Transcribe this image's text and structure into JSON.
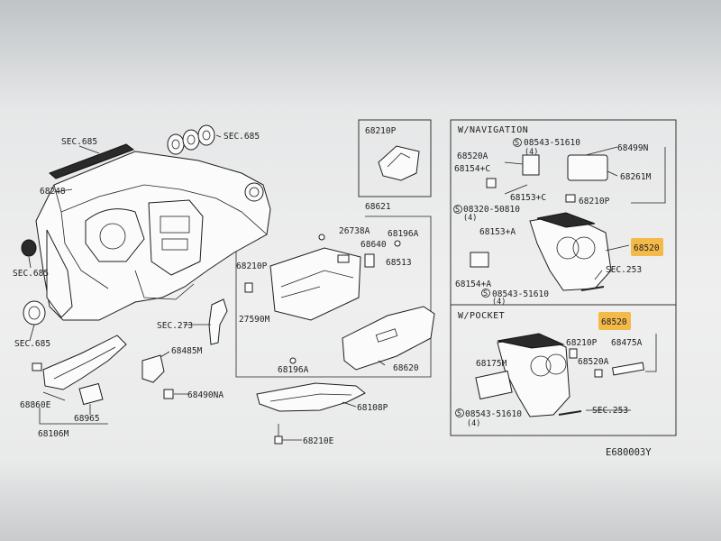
{
  "labels": {
    "sec685_a": "SEC.685",
    "sec685_b": "SEC.685",
    "sec685_c": "SEC.685",
    "sec685_d": "SEC.685",
    "p68248": "68248",
    "p68210P_top": "68210P",
    "p68621": "68621",
    "p26738A": "26738A",
    "p68196A_a": "68196A",
    "p68640": "68640",
    "p68513": "68513",
    "p68210P_mid": "68210P",
    "p27590M": "27590M",
    "sec273": "SEC.273",
    "p68485M": "68485M",
    "p68196A_b": "68196A",
    "p68620": "68620",
    "p68490NA": "68490NA",
    "p68860E": "68860E",
    "p68965": "68965",
    "p68106M": "68106M",
    "p68108P": "68108P",
    "p68210E": "68210E"
  },
  "nav_box": {
    "title": "W/NAVIGATION",
    "p68520A": "68520A",
    "s08543_top": "08543-51610",
    "qty4_a": "(4)",
    "p68499N": "68499N",
    "p68154C": "68154+C",
    "p68261M": "68261M",
    "p68153C": "68153+C",
    "p68210P": "68210P",
    "s08320": "08320-50810",
    "qty4_b": "(4)",
    "p68153A": "68153+A",
    "p68520": "68520",
    "sec253": "SEC.253",
    "p68154A": "68154+A",
    "s08543_bottom": "08543-51610",
    "qty4_c": "(4)"
  },
  "pocket_box": {
    "title": "W/POCKET",
    "p68520": "68520",
    "p68210P": "68210P",
    "p68475A": "68475A",
    "p68175M": "68175M",
    "p68520A": "68520A",
    "s08543": "08543-51610",
    "qty4": "(4)",
    "sec253": "SEC.253"
  },
  "diagram_code": "E680003Y",
  "screw_symbol": "S",
  "highlight_color": "#f5b02c"
}
